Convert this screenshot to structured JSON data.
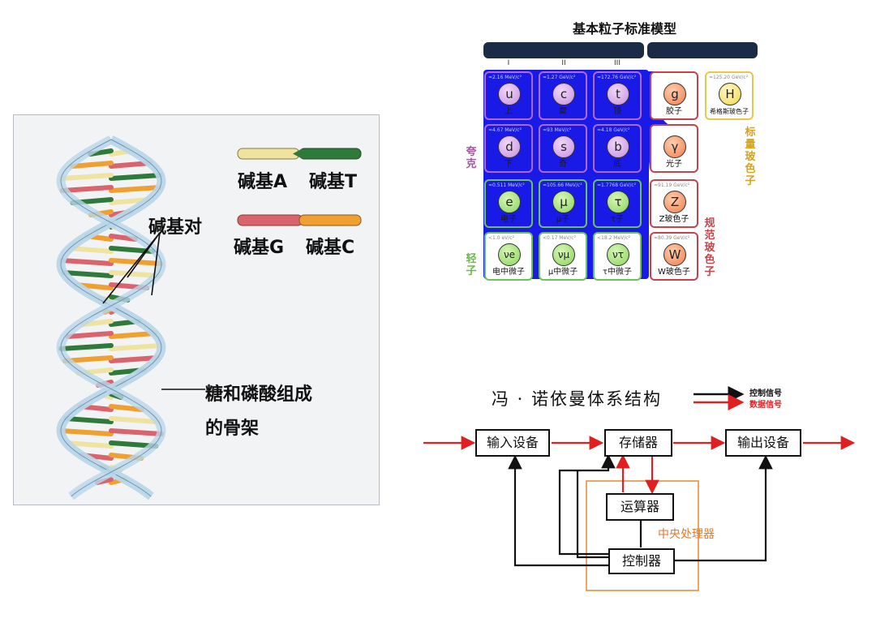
{
  "dna": {
    "base_a": "碱基A",
    "base_t": "碱基T",
    "base_g": "碱基G",
    "base_c": "碱基C",
    "base_pair": "碱基对",
    "backbone_line1": "糖和磷酸组成",
    "backbone_line2": "的骨架",
    "colors": {
      "a": "#efe3a2",
      "t": "#2f7a3a",
      "g": "#d9646d",
      "c": "#f0a030",
      "ribbon": "#b9d6e8"
    }
  },
  "standard_model": {
    "title": "基本粒子标准模型",
    "generations": [
      "I",
      "II",
      "III"
    ],
    "quark_label": "夸克",
    "lepton_label": "轻子",
    "scalar_boson_label": "标量玻色子",
    "gauge_boson_label": "规范玻色子",
    "quarks": [
      {
        "symbol": "u",
        "name": "上",
        "info": "≈2.16 MeV/c²"
      },
      {
        "symbol": "c",
        "name": "粲",
        "info": "≈1.27 GeV/c²"
      },
      {
        "symbol": "t",
        "name": "顶",
        "info": "≈172.76 GeV/c²"
      },
      {
        "symbol": "d",
        "name": "下",
        "info": "≈4.67 MeV/c²"
      },
      {
        "symbol": "s",
        "name": "奇",
        "info": "≈93 MeV/c²"
      },
      {
        "symbol": "b",
        "name": "底",
        "info": "≈4.18 GeV/c²"
      }
    ],
    "leptons": [
      {
        "symbol": "e",
        "name": "电子",
        "info": "≈0.511 MeV/c²"
      },
      {
        "symbol": "μ",
        "name": "μ子",
        "info": "≈105.66 MeV/c²"
      },
      {
        "symbol": "τ",
        "name": "τ子",
        "info": "≈1.7768 GeV/c²"
      },
      {
        "symbol": "νe",
        "name": "电中微子",
        "info": "<1.0 eV/c²"
      },
      {
        "symbol": "νμ",
        "name": "μ中微子",
        "info": "<0.17 MeV/c²"
      },
      {
        "symbol": "ντ",
        "name": "τ中微子",
        "info": "<18.2 MeV/c²"
      }
    ],
    "gauge": [
      {
        "symbol": "g",
        "name": "胶子"
      },
      {
        "symbol": "γ",
        "name": "光子"
      },
      {
        "symbol": "Z",
        "name": "Z玻色子",
        "info": "≈91.19 GeV/c²"
      },
      {
        "symbol": "W",
        "name": "W玻色子",
        "info": "≈80.39 GeV/c²"
      }
    ],
    "higgs": {
      "symbol": "H",
      "name": "希格斯玻色子",
      "info": "≈125.20 GeV/c²"
    }
  },
  "von_neumann": {
    "title": "冯 · 诺依曼体系结构",
    "legend_control": "控制信号",
    "legend_data": "数据信号",
    "input": "输入设备",
    "memory": "存储器",
    "output": "输出设备",
    "alu": "运算器",
    "controller": "控制器",
    "cpu": "中央处理器",
    "colors": {
      "data": "#e02020",
      "control": "#111111",
      "cpu_border": "#e8913c"
    }
  }
}
